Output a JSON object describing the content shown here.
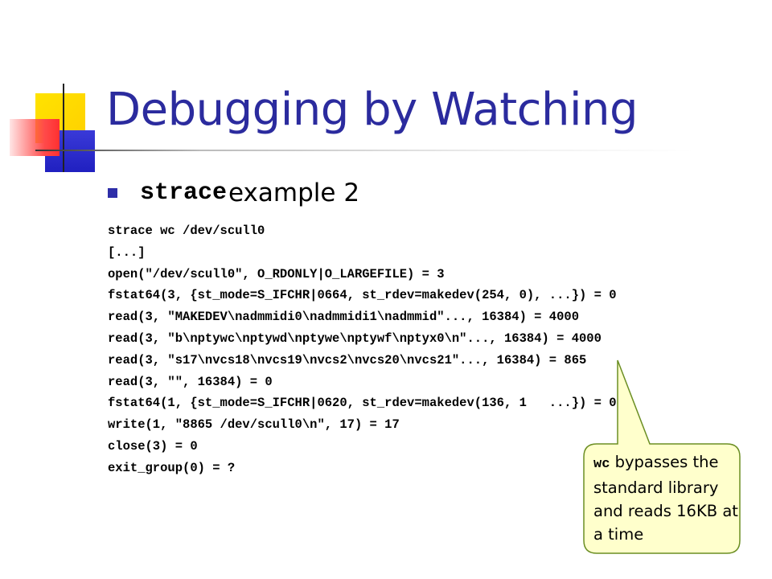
{
  "slide": {
    "title": "Debugging by Watching",
    "bullet": {
      "code": "strace",
      "text": " example 2"
    },
    "code_lines": [
      "strace wc /dev/scull0",
      "[...]",
      "open(\"/dev/scull0\", O_RDONLY|O_LARGEFILE) = 3",
      "fstat64(3, {st_mode=S_IFCHR|0664, st_rdev=makedev(254, 0), ...}) = 0",
      "read(3, \"MAKEDEV\\nadmmidi0\\nadmmidi1\\nadmmid\"..., 16384) = 4000",
      "read(3, \"b\\nptywc\\nptywd\\nptywe\\nptywf\\nptyx0\\n\"..., 16384) = 4000",
      "read(3, \"s17\\nvcs18\\nvcs19\\nvcs2\\nvcs20\\nvcs21\"..., 16384) = 865",
      "read(3, \"\", 16384) = 0",
      "fstat64(1, {st_mode=S_IFCHR|0620, st_rdev=makedev(136, 1   ...}) = 0",
      "write(1, \"8865 /dev/scull0\\n\", 17) = 17",
      "close(3) = 0",
      "exit_group(0) = ?"
    ],
    "callout": {
      "code": "wc",
      "text": " bypasses the standard library and reads 16KB at a time"
    }
  },
  "colors": {
    "title": "#2b2b9e",
    "bullet": "#2e2ea8",
    "callout_fill": "#ffffcc",
    "callout_stroke": "#6b8e23"
  }
}
